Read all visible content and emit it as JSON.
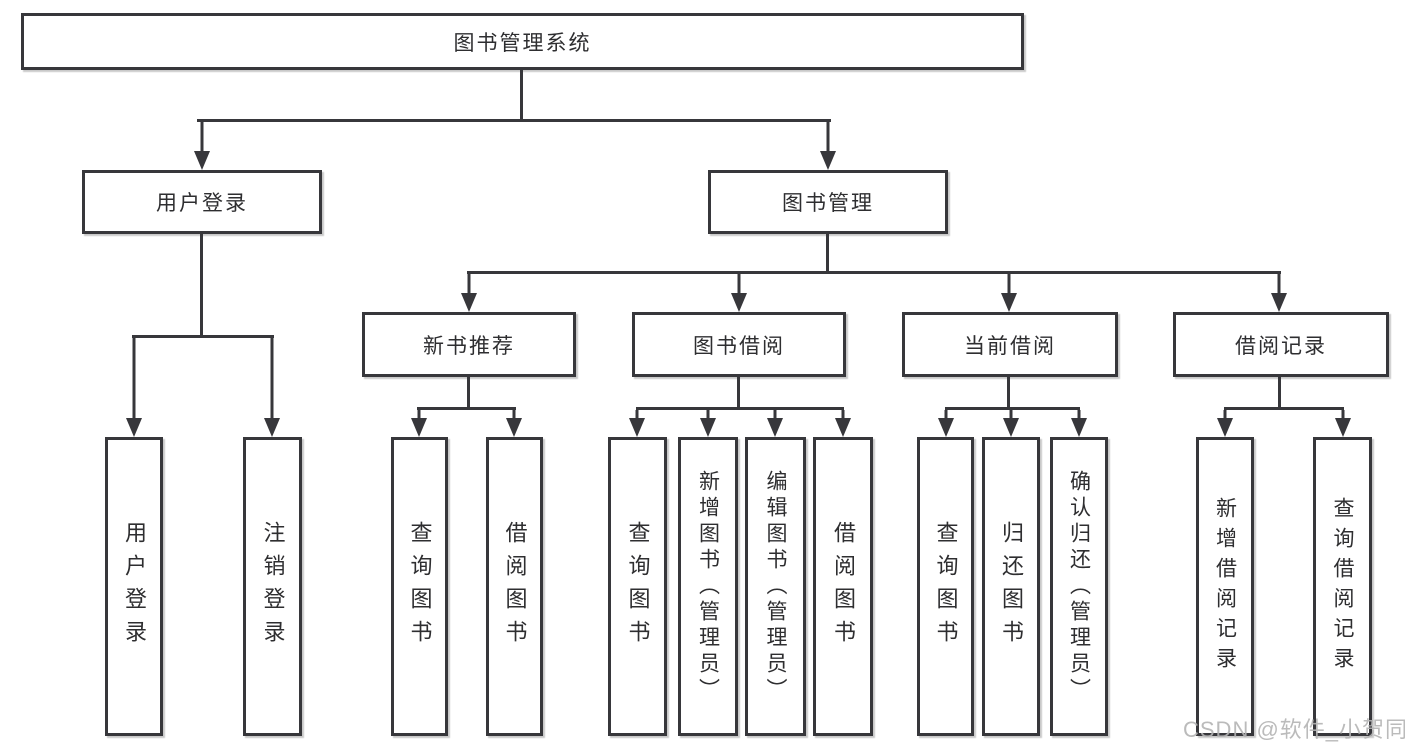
{
  "root": {
    "label": "图书管理系统"
  },
  "level2": {
    "user_login": {
      "label": "用户登录"
    },
    "book_mgmt": {
      "label": "图书管理"
    }
  },
  "level3": {
    "new_book": {
      "label": "新书推荐"
    },
    "borrow": {
      "label": "图书借阅"
    },
    "current": {
      "label": "当前借阅"
    },
    "records": {
      "label": "借阅记录"
    }
  },
  "leaves": {
    "user_login": {
      "label": "用户登录"
    },
    "logout": {
      "label": "注销登录"
    },
    "nb_query": {
      "label": "查询图书"
    },
    "nb_borrow": {
      "label": "借阅图书"
    },
    "bw_query": {
      "label": "查询图书"
    },
    "bw_add": {
      "label": "新增图书（管理员）"
    },
    "bw_edit": {
      "label": "编辑图书（管理员）"
    },
    "bw_borrow": {
      "label": "借阅图书"
    },
    "cb_query": {
      "label": "查询图书"
    },
    "cb_return": {
      "label": "归还图书"
    },
    "cb_confirm": {
      "label": "确认归还（管理员）"
    },
    "rec_add": {
      "label": "新增借阅记录"
    },
    "rec_query": {
      "label": "查询借阅记录"
    }
  },
  "watermark": {
    "text": "CSDN @软件_小贺同学"
  },
  "colors": {
    "line": "#37373b",
    "text": "#2e2e30",
    "watermark": "#b4b4b4",
    "background": "#ffffff"
  }
}
